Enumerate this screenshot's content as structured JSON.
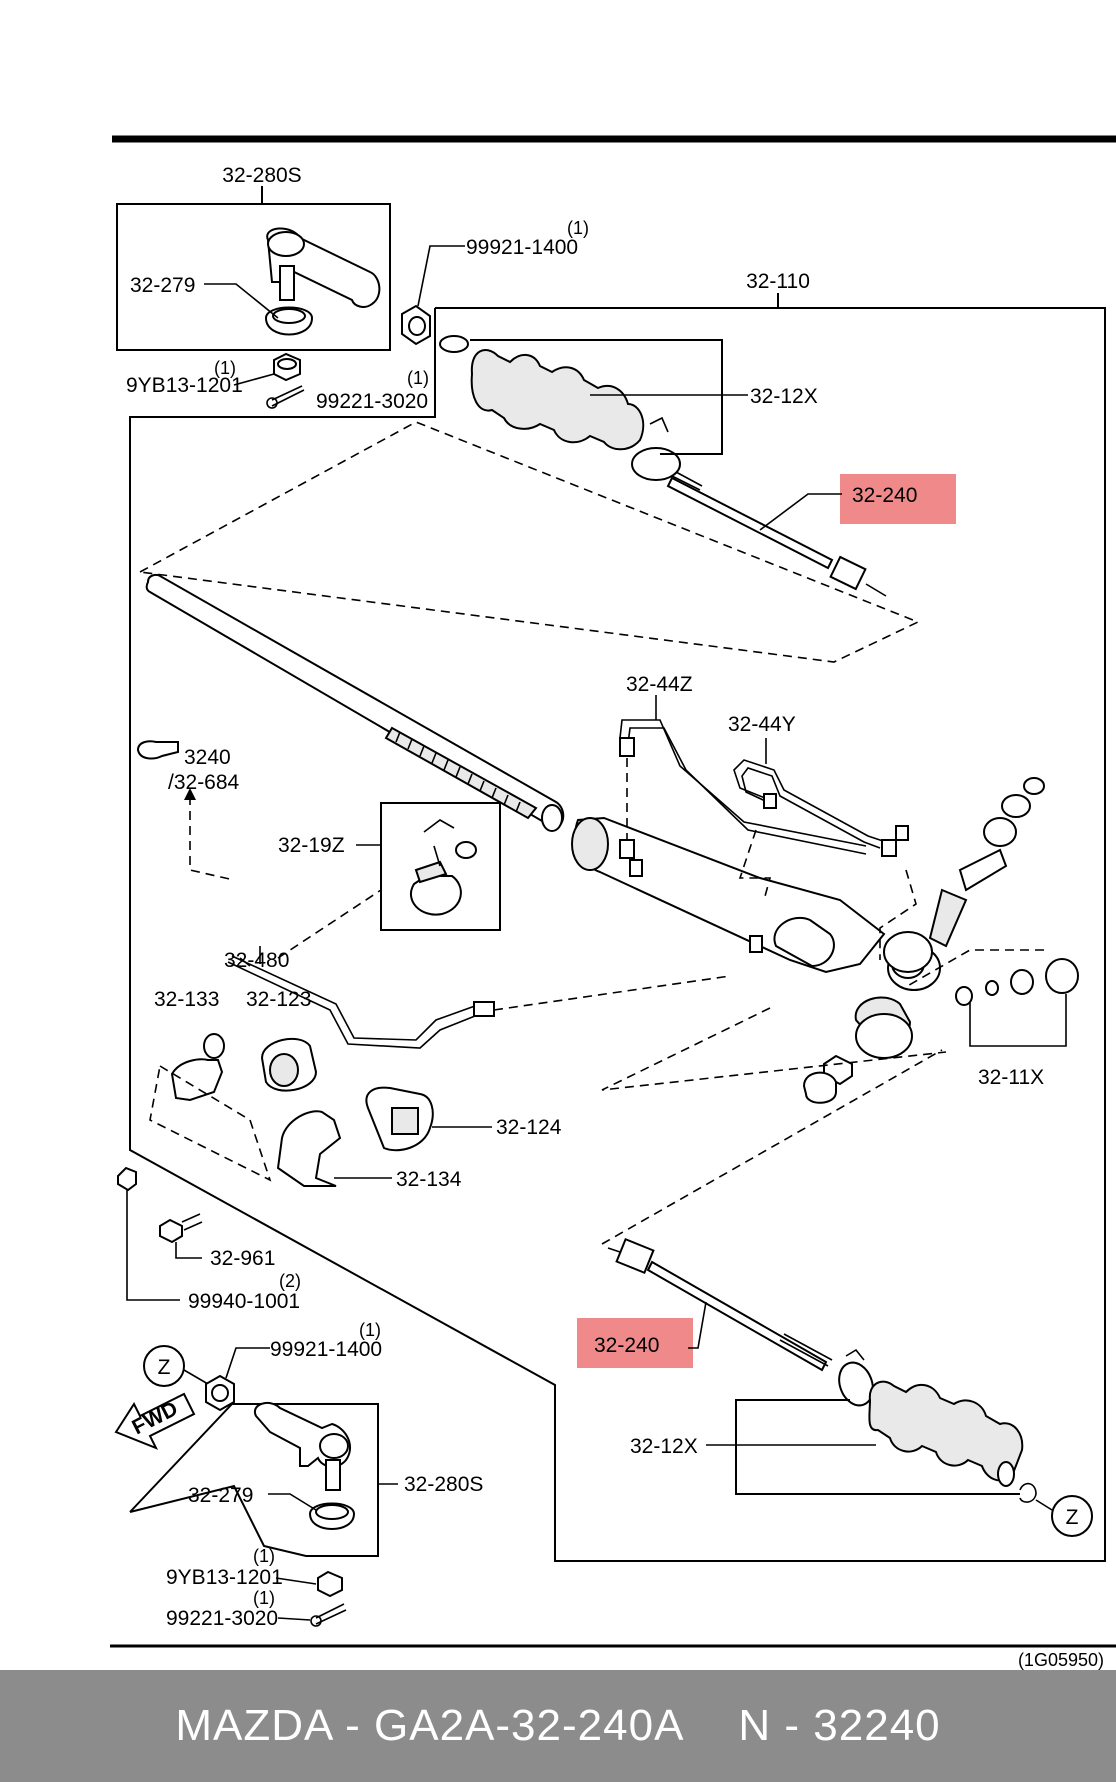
{
  "diagram": {
    "ref_code": "(1G05950)",
    "callouts": {
      "tie_rod_end_kit_top": "32-280S",
      "tie_rod_end_kit_bottom": "32-280S",
      "boot_top_279": "32-279",
      "boot_bottom_279": "32-279",
      "nut_top": "99921-1400",
      "nut_top_qty": "(1)",
      "nut_bottom": "99921-1400",
      "nut_bottom_qty": "(1)",
      "castle_nut_top": "9YB13-1201",
      "castle_nut_top_qty": "(1)",
      "castle_nut_bottom": "9YB13-1201",
      "castle_nut_bottom_qty": "(1)",
      "cotter_pin_top": "99221-3020",
      "cotter_pin_top_qty": "(1)",
      "cotter_pin_bottom": "99221-3020",
      "cotter_pin_bottom_qty": "(1)",
      "gear_assembly": "32-110",
      "boot_kit_top": "32-12X",
      "boot_kit_bottom": "32-12X",
      "tie_rod_top": "32-240",
      "tie_rod_bottom": "32-240",
      "pipe_a": "32-44Z",
      "pipe_b": "32-44Y",
      "ref_main": "3240",
      "ref_sub": "/32-684",
      "clamp_kit": "32-19Z",
      "tube": "32-480",
      "bracket_133": "32-133",
      "bushing_123": "32-123",
      "mount_124": "32-124",
      "bracket_134": "32-134",
      "seal_kit": "32-11X",
      "bolt_961": "32-961",
      "bolt_99940": "99940-1001",
      "bolt_99940_qty": "(2)",
      "view_z": "Z",
      "fwd": "FWD"
    }
  },
  "footer": {
    "part_number": "MAZDA - GA2A-32-240A",
    "catalog_number": "N - 32240"
  }
}
